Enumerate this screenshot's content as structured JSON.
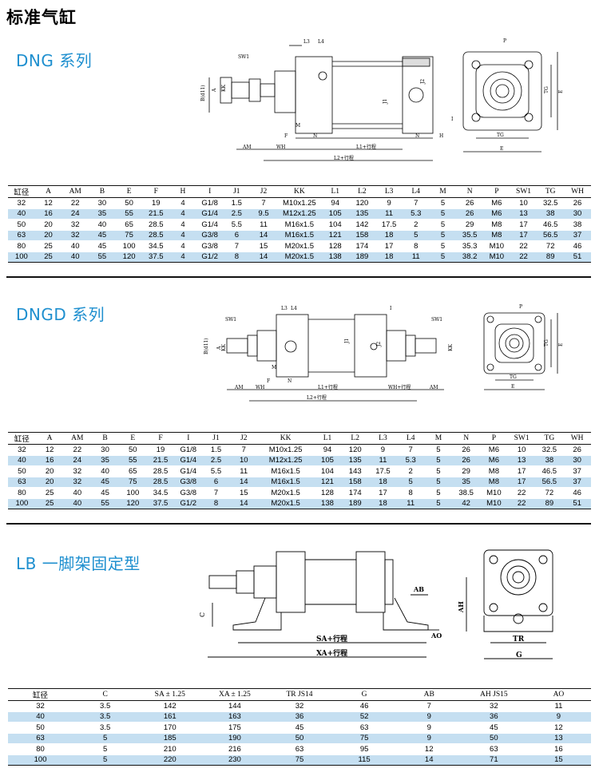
{
  "page_title": "标准气缸",
  "sections": {
    "dng": {
      "title": "DNG 系列",
      "columns": [
        "缸径",
        "A",
        "AM",
        "B",
        "E",
        "F",
        "H",
        "I",
        "J1",
        "J2",
        "KK",
        "L1",
        "L2",
        "L3",
        "L4",
        "M",
        "N",
        "P",
        "SW1",
        "TG",
        "WH"
      ],
      "rows": [
        [
          "32",
          "12",
          "22",
          "30",
          "50",
          "19",
          "4",
          "G1/8",
          "1.5",
          "7",
          "M10x1.25",
          "94",
          "120",
          "9",
          "7",
          "5",
          "26",
          "M6",
          "10",
          "32.5",
          "26"
        ],
        [
          "40",
          "16",
          "24",
          "35",
          "55",
          "21.5",
          "4",
          "G1/4",
          "2.5",
          "9.5",
          "M12x1.25",
          "105",
          "135",
          "11",
          "5.3",
          "5",
          "26",
          "M6",
          "13",
          "38",
          "30"
        ],
        [
          "50",
          "20",
          "32",
          "40",
          "65",
          "28.5",
          "4",
          "G1/4",
          "5.5",
          "11",
          "M16x1.5",
          "104",
          "142",
          "17.5",
          "2",
          "5",
          "29",
          "M8",
          "17",
          "46.5",
          "38"
        ],
        [
          "63",
          "20",
          "32",
          "45",
          "75",
          "28.5",
          "4",
          "G3/8",
          "6",
          "14",
          "M16x1.5",
          "121",
          "158",
          "18",
          "5",
          "5",
          "35.5",
          "M8",
          "17",
          "56.5",
          "37"
        ],
        [
          "80",
          "25",
          "40",
          "45",
          "100",
          "34.5",
          "4",
          "G3/8",
          "7",
          "15",
          "M20x1.5",
          "128",
          "174",
          "17",
          "8",
          "5",
          "35.3",
          "M10",
          "22",
          "72",
          "46"
        ],
        [
          "100",
          "25",
          "40",
          "55",
          "120",
          "37.5",
          "4",
          "G1/2",
          "8",
          "14",
          "M20x1.5",
          "138",
          "189",
          "18",
          "11",
          "5",
          "38.2",
          "M10",
          "22",
          "89",
          "51"
        ]
      ],
      "drawing_labels": {
        "sw1": "SW1",
        "l3": "L3",
        "l4": "L4",
        "p": "P",
        "b": "B(d11)",
        "kk": "KK",
        "a": "A",
        "j1": "J1",
        "j2": "J2",
        "i": "I",
        "m": "M",
        "f": "F",
        "n": "N",
        "h": "H",
        "am": "AM",
        "wh": "WH",
        "l1": "L1+行程",
        "l2": "L2+行程",
        "tg": "TG",
        "e": "E"
      }
    },
    "dngd": {
      "title": "DNGD 系列",
      "columns": [
        "缸径",
        "A",
        "AM",
        "B",
        "E",
        "F",
        "I",
        "J1",
        "J2",
        "KK",
        "L1",
        "L2",
        "L3",
        "L4",
        "M",
        "N",
        "P",
        "SW1",
        "TG",
        "WH"
      ],
      "rows": [
        [
          "32",
          "12",
          "22",
          "30",
          "50",
          "19",
          "G1/8",
          "1.5",
          "7",
          "M10x1.25",
          "94",
          "120",
          "9",
          "7",
          "5",
          "26",
          "M6",
          "10",
          "32.5",
          "26"
        ],
        [
          "40",
          "16",
          "24",
          "35",
          "55",
          "21.5",
          "G1/4",
          "2.5",
          "10",
          "M12x1.25",
          "105",
          "135",
          "11",
          "5.3",
          "5",
          "26",
          "M6",
          "13",
          "38",
          "30"
        ],
        [
          "50",
          "20",
          "32",
          "40",
          "65",
          "28.5",
          "G1/4",
          "5.5",
          "11",
          "M16x1.5",
          "104",
          "143",
          "17.5",
          "2",
          "5",
          "29",
          "M8",
          "17",
          "46.5",
          "37"
        ],
        [
          "63",
          "20",
          "32",
          "45",
          "75",
          "28.5",
          "G3/8",
          "6",
          "14",
          "M16x1.5",
          "121",
          "158",
          "18",
          "5",
          "5",
          "35",
          "M8",
          "17",
          "56.5",
          "37"
        ],
        [
          "80",
          "25",
          "40",
          "45",
          "100",
          "34.5",
          "G3/8",
          "7",
          "15",
          "M20x1.5",
          "128",
          "174",
          "17",
          "8",
          "5",
          "38.5",
          "M10",
          "22",
          "72",
          "46"
        ],
        [
          "100",
          "25",
          "40",
          "55",
          "120",
          "37.5",
          "G1/2",
          "8",
          "14",
          "M20x1.5",
          "138",
          "189",
          "18",
          "11",
          "5",
          "42",
          "M10",
          "22",
          "89",
          "51"
        ]
      ],
      "drawing_labels": {
        "sw1": "SW1",
        "l3": "L3",
        "l4": "L4",
        "i": "I",
        "sw1b": "SW1",
        "p": "P",
        "b": "B(d11)",
        "kk": "KK",
        "a": "A",
        "j1": "J1",
        "j2": "J2",
        "m": "M",
        "f": "F",
        "n": "N",
        "am": "AM",
        "wh": "WH",
        "l1": "L1+行程",
        "whs": "WH+行程",
        "am2": "AM",
        "l2": "L2+行程",
        "tg": "TG",
        "e": "E"
      }
    },
    "lb": {
      "title": "LB 一脚架固定型",
      "columns": [
        "缸径",
        "C",
        "SA ± 1.25",
        "XA ± 1.25",
        "TR JS14",
        "G",
        "AB",
        "AH JS15",
        "AO"
      ],
      "rows": [
        [
          "32",
          "3.5",
          "142",
          "144",
          "32",
          "46",
          "7",
          "32",
          "11"
        ],
        [
          "40",
          "3.5",
          "161",
          "163",
          "36",
          "52",
          "9",
          "36",
          "9"
        ],
        [
          "50",
          "3.5",
          "170",
          "175",
          "45",
          "63",
          "9",
          "45",
          "12"
        ],
        [
          "63",
          "5",
          "185",
          "190",
          "50",
          "75",
          "9",
          "50",
          "13"
        ],
        [
          "80",
          "5",
          "210",
          "216",
          "63",
          "95",
          "12",
          "63",
          "16"
        ],
        [
          "100",
          "5",
          "220",
          "230",
          "75",
          "115",
          "14",
          "71",
          "15"
        ]
      ],
      "drawing_labels": {
        "c": "C",
        "ab": "AB",
        "ao": "AO",
        "sa": "SA+行程",
        "xa": "XA+行程",
        "ah": "AH",
        "tr": "TR",
        "g": "G"
      }
    }
  },
  "colors": {
    "series_title": "#1e8fcf",
    "row_stripe": "#c5dff1"
  }
}
